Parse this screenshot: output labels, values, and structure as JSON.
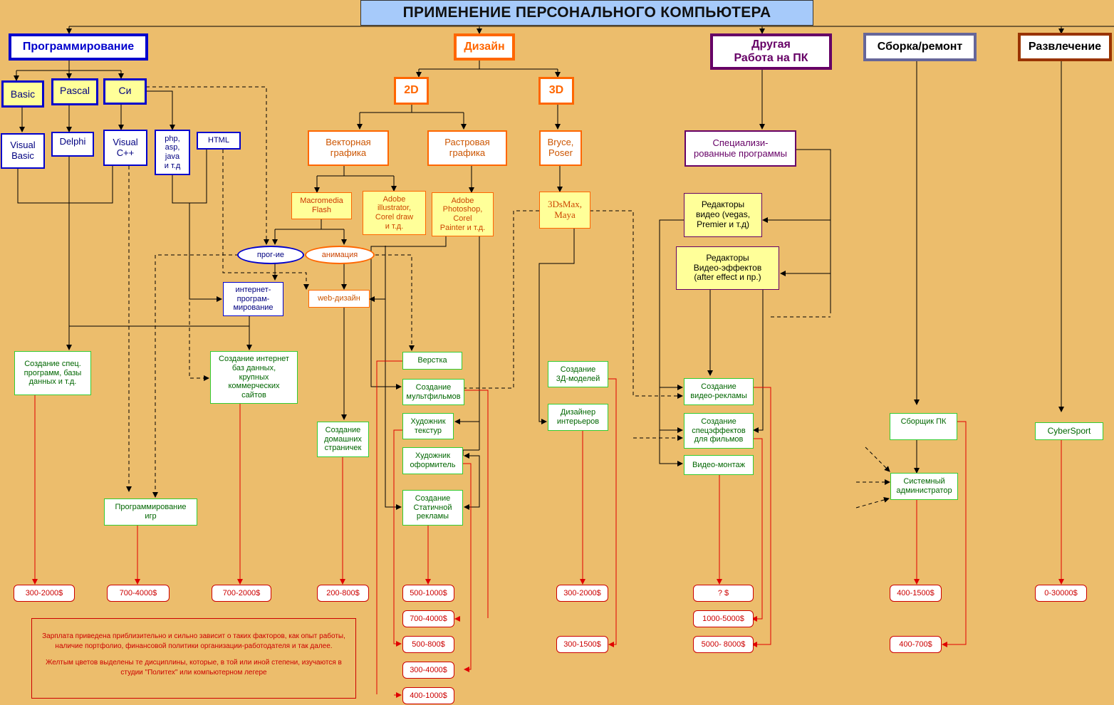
{
  "title": "ПРИМЕНЕНИЕ ПЕРСОНАЛЬНОГО КОМПЬЮТЕРА",
  "headers": {
    "programming": "Программирование",
    "design": "Дизайн",
    "other": "Другая\nРабота на ПК",
    "assembly": "Сборка/ремонт",
    "entertainment": "Развлечение"
  },
  "langs": {
    "basic": "Basic",
    "pascal": "Pascal",
    "c": "Си",
    "vb": "Visual\nBasic",
    "delphi": "Delphi",
    "vcpp": "Visual\nC++",
    "php": "php,\nasp,\njava\nи т.д",
    "html": "HTML"
  },
  "design": {
    "d2": "2D",
    "d3": "3D",
    "vector": "Векторная\nграфика",
    "raster": "Растровая\nграфика",
    "bryce": "Bryce,\nPoser",
    "flash": "Macromedia\nFlash",
    "illustrator": "Adobe\nillustrator,\nCorel draw\nи т.д.",
    "photoshop": "Adobe\nPhotoshop,\nCorel\nPainter и т.д.",
    "max": "3DsMax,\nMaya",
    "prog": "прог-ие",
    "anim": "анимация",
    "webdesign": "web-дизайн",
    "inetprog": "интернет-\nпрограм-\nмирование"
  },
  "other": {
    "special": "Специализи-\nрованные программы",
    "video_editors": "Редакторы\nвидео (vegas,\nPremier и т.д)",
    "vfx_editors": "Редакторы\nВидео-эффектов\n(after effect и пр.)"
  },
  "jobs": {
    "spec_programs": "Создание спец.\nпрограмм, базы\nданных и т.д.",
    "inet_db": "Создание интернет\nбаз данных,\nкрупных\nкоммерческих\nсайтов",
    "game_prog": "Программирование\nигр",
    "home_pages": "Создание\nдомашних\nстраничек",
    "layout": "Верстка",
    "cartoons": "Создание\nмультфильмов",
    "texture": "Художник\nтекстур",
    "decor": "Художник\nоформитель",
    "static_ads": "Создание\nСтатичной\nрекламы",
    "models3d": "Создание\n3Д-моделей",
    "interior": "Дизайнер\nинтерьеров",
    "video_ads": "Создание\nвидео-рекламы",
    "vfx_films": "Создание\nспецэффектов\nдля фильмов",
    "montage": "Видео-монтаж",
    "pc_builder": "Сборщик ПК",
    "sysadmin": "Системный\nадминистратор",
    "cybersport": "CyberSport"
  },
  "salaries": {
    "s1": "300-2000$",
    "s2": "700-4000$",
    "s3": "700-2000$",
    "s4": "200-800$",
    "s5": "500-1000$",
    "s6": "700-4000$",
    "s7": "500-800$",
    "s8": "300-4000$",
    "s9": "400-1000$",
    "s10": "300-2000$",
    "s11": "300-1500$",
    "s12": "? $",
    "s13": "1000-5000$",
    "s14": "5000- 8000$",
    "s15": "400-1500$",
    "s16": "400-700$",
    "s17": "0-30000$"
  },
  "note": {
    "p1": "Зарплата приведена приблизительно и сильно зависит о таких факторов, как опыт работы, наличие портфолио, финансовой политики организации-работодателя и так далее.",
    "p2": "Желтым цветов выделены те дисциплины, которые, в той или иной степени, изучаются в студии \"Политех\" или компьютерном легере"
  },
  "colors": {
    "background": "#ecbd6c",
    "title_bg": "#a6cafa",
    "programming": "#0000cc",
    "design": "#ff6600",
    "other": "#660066",
    "assembly": "#666699",
    "entertainment": "#993300",
    "jobs": "#33cc33",
    "salary": "#cc0000",
    "highlight": "#ffff99"
  }
}
